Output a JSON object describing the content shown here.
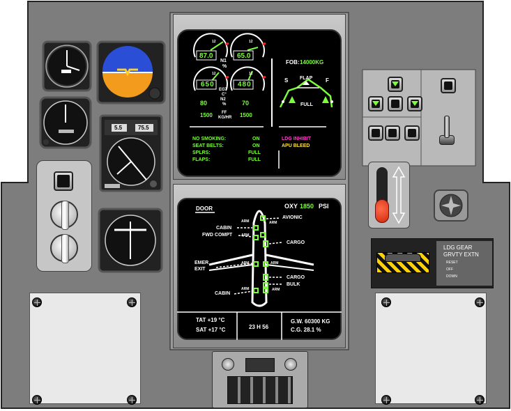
{
  "engine_display": {
    "n1_left": "87.0",
    "n1_right": "65.0",
    "n1_label": "N1",
    "n1_unit": "%",
    "n2_left": "650",
    "n2_right": "480",
    "n2_egt_label": "EGT",
    "n2_c_label": "C°",
    "n2_n2_label": "N2",
    "n2_unit": "%",
    "left_n2_percent": "80",
    "right_n2_percent": "70",
    "ff_left": "1500",
    "ff_right": "1500",
    "ff_label": "FF",
    "ff_unit": "KG/HR",
    "dial_max_label": "12",
    "fob_label": "FOB:",
    "fob_value": "14000KG",
    "flap_title": "FLAP",
    "flap_s": "S",
    "flap_f": "F",
    "flap_full": "FULL",
    "status_rows": [
      {
        "label": "NO SMOKING:",
        "value": "ON"
      },
      {
        "label": "SEAT BELTS:",
        "value": "ON"
      },
      {
        "label": "SPLRS:",
        "value": "FULL"
      },
      {
        "label": "FLAPS:",
        "value": "FULL"
      }
    ],
    "ldg_inhibit": "LDG INHIBIT",
    "apu_bleed": "APU BLEED"
  },
  "door_display": {
    "door_title": "DOOR",
    "oxy_label": "OXY",
    "oxy_value": "1850",
    "oxy_unit": "PSI",
    "avionic": "AVIONIC",
    "cabin_fwd": "CABIN",
    "fwd_compt": "FWD COMPT",
    "cargo_fwd": "CARGO",
    "emer": "EMER",
    "exit": "EXIT",
    "cargo_aft": "CARGO",
    "bulk": "BULK",
    "cabin_aft": "CABIN",
    "arm": "ARM",
    "tat": "TAT +19 °C",
    "sat": "SAT +17 °C",
    "time": "23 H 56",
    "gw": "G.W. 60300 KG",
    "cg": "C.G. 28.1 %"
  },
  "left_instruments": {
    "clock_window_1": "5.5",
    "clock_window_2": "75.5"
  },
  "gear_placard": {
    "line1": "LDG GEAR",
    "line2": "GRVTY EXTN",
    "reset": "RESET",
    "off": "OFF",
    "down": "DOWN"
  },
  "colors": {
    "panel_grey": "#7d7d7d",
    "display_black": "#000000",
    "ecam_green": "#7cfc3c",
    "ecam_magenta": "#ff3cc8",
    "ecam_amber": "#ffe23c"
  }
}
